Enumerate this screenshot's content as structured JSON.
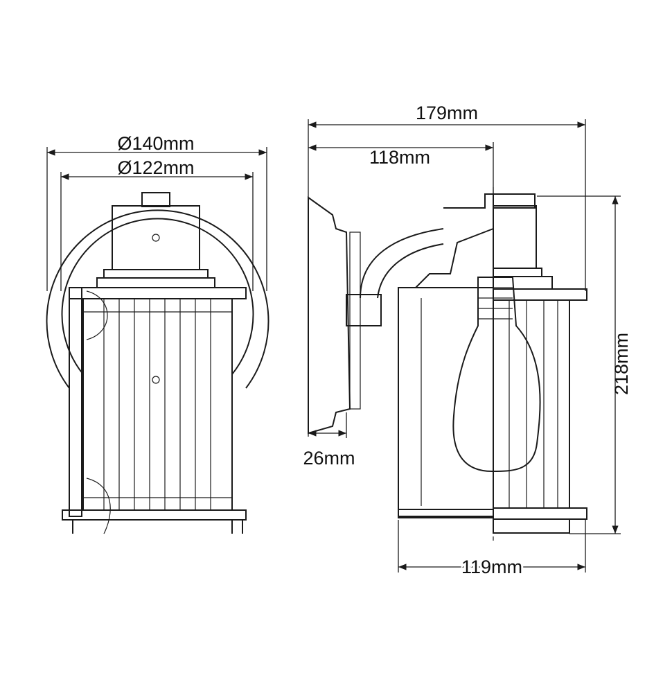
{
  "dimensions": {
    "outer_diameter": "Ø140mm",
    "inner_diameter": "Ø122mm",
    "total_depth": "179mm",
    "arm_depth": "118mm",
    "backplate_depth": "26mm",
    "height": "218mm",
    "lantern_depth": "119mm"
  },
  "colors": {
    "line": "#1a1a1a",
    "background": "#ffffff"
  }
}
